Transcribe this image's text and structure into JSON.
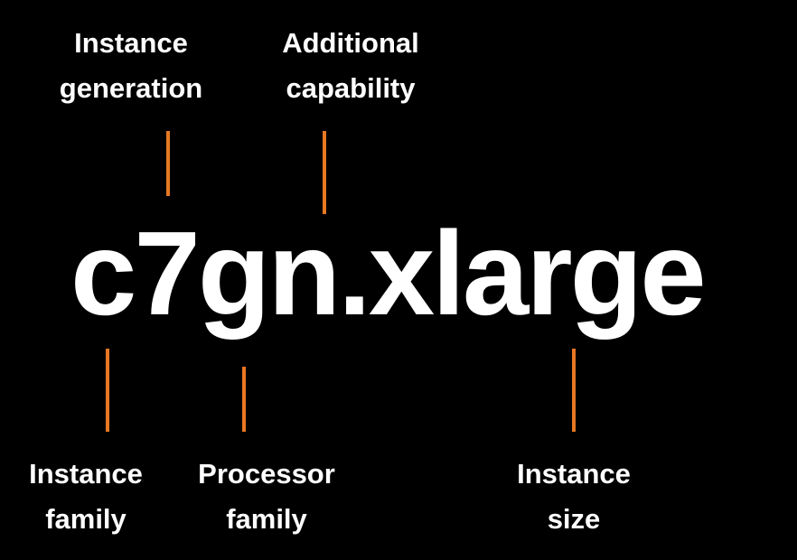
{
  "instance_name": "c7gn.xlarge",
  "accent_color": "#e87722",
  "labels": {
    "instance_generation": [
      "Instance",
      "generation"
    ],
    "additional_capability": [
      "Additional",
      "capability"
    ],
    "instance_family": [
      "Instance",
      "family"
    ],
    "processor_family": [
      "Processor",
      "family"
    ],
    "instance_size": [
      "Instance",
      "size"
    ]
  }
}
